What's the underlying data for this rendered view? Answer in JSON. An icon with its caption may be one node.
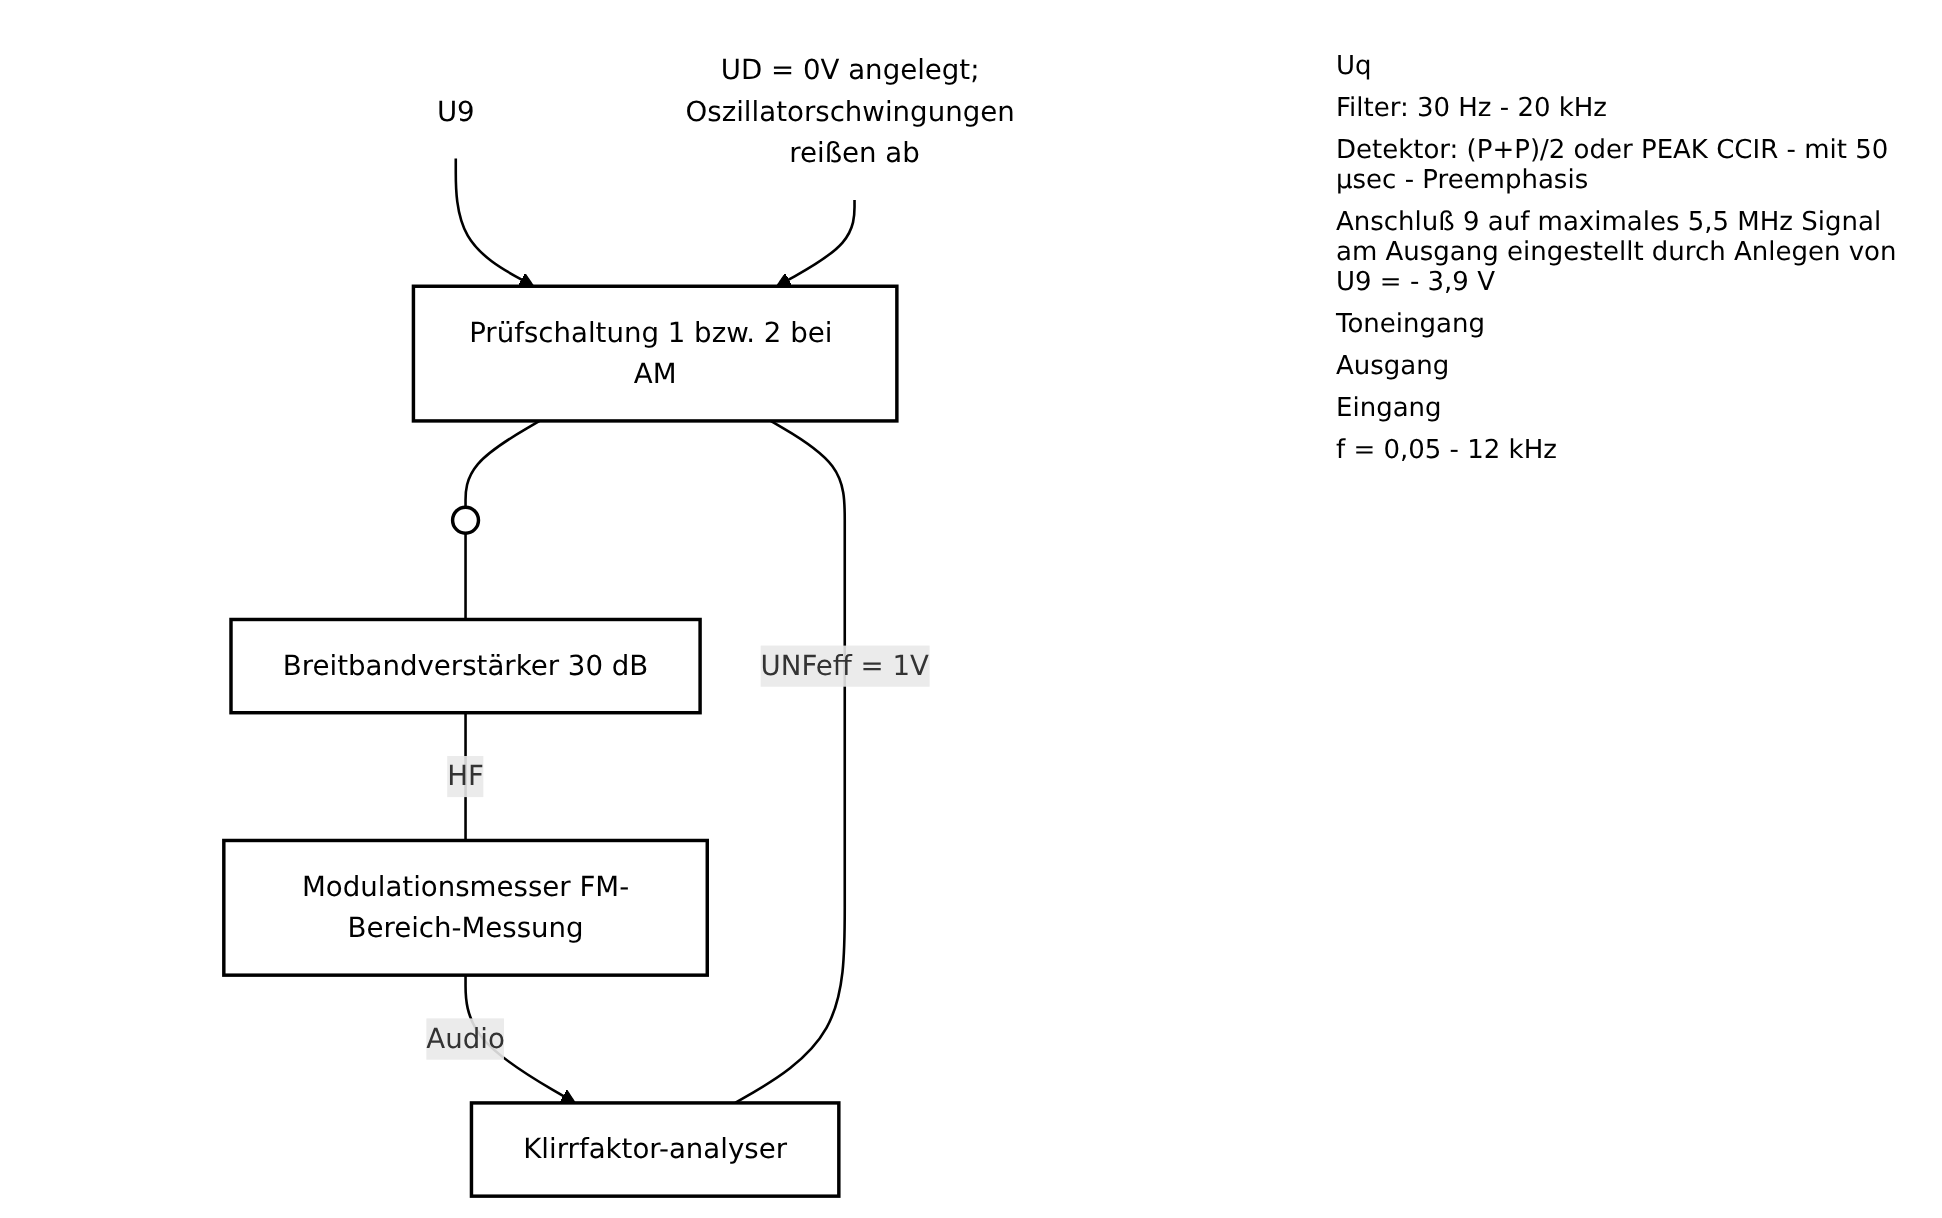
{
  "diagram": {
    "nodes": [
      {
        "text": [
          "Breitbandverstärker 30 dB"
        ]
      },
      {
        "text": [
          "Modulationsmesser FM-Bereich-Messung"
        ]
      },
      {
        "text": [],
        "shape": "circle"
      },
      {
        "text": [
          "U9"
        ]
      },
      {
        "text": [
          "Prüfschaltung 1 bzw. 2 bei AM"
        ]
      },
      {
        "text": [
          "UD = 0V angelegt; Oszillatorschwingungen reißen ab"
        ]
      },
      {
        "text": [
          "Klirrfaktor-analyser"
        ]
      }
    ],
    "edges": [
      {
        "from": 4,
        "to": 2,
        "arrow": "none"
      },
      {
        "from": 2,
        "to": 0,
        "arrow": "none"
      },
      {
        "from": 0,
        "to": 1,
        "arrow": "none",
        "label": "HF"
      },
      {
        "from": 1,
        "to": 6,
        "arrow": "to",
        "label": "Audio"
      },
      {
        "from": 4,
        "to": 6,
        "arrow": "none",
        "label": "UNFeff = 1V"
      },
      {
        "from": 3,
        "to": 4,
        "arrow": "to"
      },
      {
        "from": 5,
        "to": 4,
        "arrow": "to"
      }
    ],
    "labels": [
      "Uq",
      "Filter: 30 Hz - 20 kHz",
      "Detektor: (P+P)/2 oder PEAK CCIR - mit 50 µsec - Preemphasis",
      "Anschluß 9 auf maximales 5,5 MHz Signal am Ausgang eingestellt durch Anlegen von U9 = - 3,9 V",
      "Toneingang",
      "Ausgang",
      "Eingang",
      "f = 0,05 - 12 kHz"
    ]
  }
}
